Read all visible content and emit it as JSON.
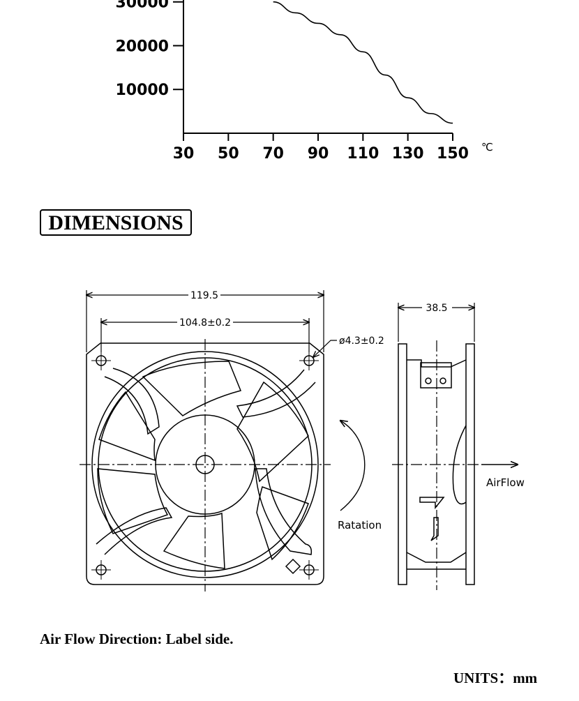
{
  "chart_data": {
    "type": "line",
    "xlabel": "",
    "ylabel": "",
    "x_unit": "℃",
    "x_ticks": [
      "30",
      "50",
      "70",
      "90",
      "110",
      "130",
      "150"
    ],
    "y_ticks": [
      "10000",
      "20000",
      "30000"
    ],
    "xlim": [
      30,
      150
    ],
    "ylim": [
      0,
      30000
    ],
    "series": [
      {
        "x": [
          70,
          80,
          90,
          100,
          110,
          120,
          130,
          140,
          150
        ],
        "y": [
          30000,
          27500,
          25100,
          22500,
          18600,
          13300,
          8100,
          4500,
          2300
        ]
      }
    ]
  },
  "dimensions": {
    "title": "DIMENSIONS",
    "overall_width": "119.5",
    "hole_spacing": "104.8±0.2",
    "hole_diameter": "ø4.3±0.2",
    "depth": "38.5",
    "rotation_label": "Ratation",
    "airflow_label": "AirFlow"
  },
  "notes": {
    "airflow_direction": "Air Flow Direction: Label side.",
    "units": "UNITS：mm"
  }
}
